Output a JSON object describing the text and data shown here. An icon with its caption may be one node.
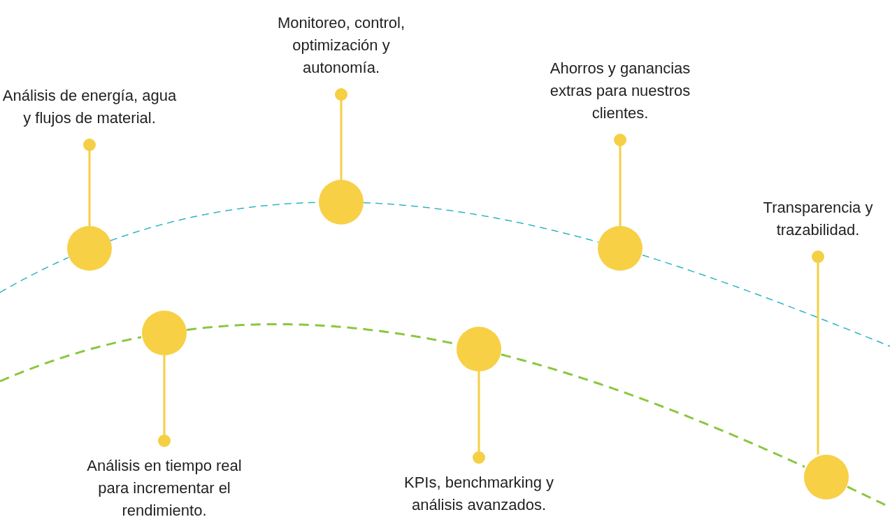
{
  "diagram": {
    "nodes": [
      {
        "text": [
          "Análisis de energía, agua y flujos de material."
        ]
      },
      {
        "text": [
          "Monitoreo, control, optimización y autonomía."
        ]
      },
      {
        "text": [
          "Ahorros y ganancias extras para nuestros clientes."
        ]
      },
      {
        "text": [
          "Transparencia y trazabilidad."
        ]
      },
      {
        "text": [
          "Análisis en tiempo real para incrementar el rendimiento."
        ]
      },
      {
        "text": [
          "KPIs, benchmarking y análisis avanzados."
        ]
      },
      {
        "text": [],
        "shape": "circle"
      },
      {
        "text": [],
        "shape": "circle"
      },
      {
        "text": [],
        "shape": "circle"
      },
      {
        "text": [],
        "shape": "circle"
      },
      {
        "text": [],
        "shape": "circle"
      },
      {
        "text": [],
        "shape": "circle"
      }
    ],
    "edges": [
      {
        "from": 0,
        "to": 6,
        "arrow": "other",
        "color": "#f5cf45"
      },
      {
        "from": 1,
        "to": 7,
        "arrow": "other",
        "color": "#f5cf45"
      },
      {
        "from": 2,
        "to": 8,
        "arrow": "other",
        "color": "#f5cf45"
      },
      {
        "from": 3,
        "to": 11,
        "arrow": "other",
        "color": "#f5cf45"
      },
      {
        "from": 4,
        "to": 9,
        "arrow": "other",
        "color": "#f5cf45"
      },
      {
        "from": 5,
        "to": 10,
        "arrow": "other",
        "color": "#f5cf45"
      },
      {
        "from": null,
        "to": 6,
        "arrow": "none",
        "style": "dashed",
        "color": "#2bb5c4"
      },
      {
        "from": 6,
        "to": 7,
        "arrow": "none",
        "style": "dashed",
        "color": "#2bb5c4"
      },
      {
        "from": 7,
        "to": 8,
        "arrow": "none",
        "style": "dashed",
        "color": "#2bb5c4"
      },
      {
        "from": 8,
        "to": null,
        "arrow": "none",
        "style": "dashed",
        "color": "#2bb5c4"
      },
      {
        "from": null,
        "to": 9,
        "arrow": "none",
        "style": "dashed",
        "color": "#8cc63f"
      },
      {
        "from": 9,
        "to": 10,
        "arrow": "none",
        "style": "dashed",
        "color": "#8cc63f"
      },
      {
        "from": 10,
        "to": 11,
        "arrow": "none",
        "style": "dashed",
        "color": "#8cc63f"
      },
      {
        "from": 11,
        "to": null,
        "arrow": "none",
        "style": "dashed",
        "color": "#8cc63f"
      }
    ]
  }
}
